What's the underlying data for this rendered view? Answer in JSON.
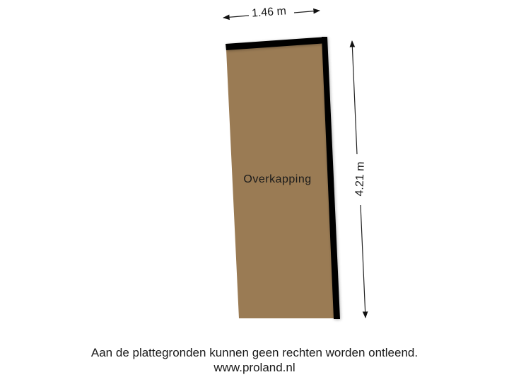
{
  "plan": {
    "room": {
      "name": "Overkapping",
      "floor_color": "#9a7b54",
      "wall_color": "#000000"
    },
    "dimensions": {
      "width": "1.46 m",
      "length": "4.21 m"
    }
  },
  "footer": {
    "disclaimer": "Aan de plattegronden kunnen geen rechten worden ontleend.",
    "website": "www.proland.nl"
  }
}
